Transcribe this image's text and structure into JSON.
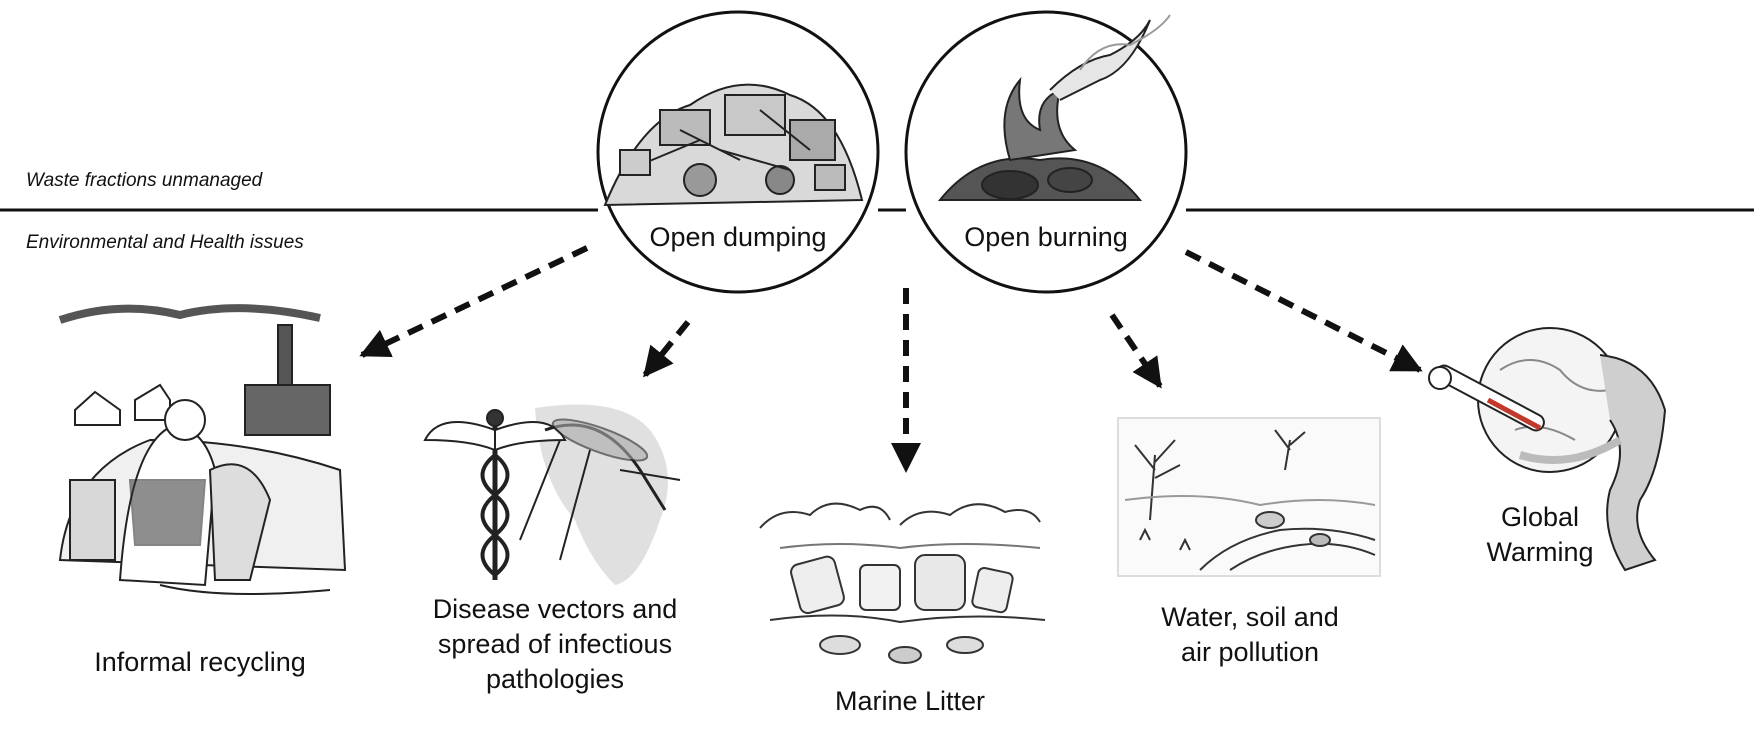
{
  "section_labels": {
    "top": "Waste fractions unmanaged",
    "bottom": "Environmental and Health issues"
  },
  "sources": {
    "dumping": "Open dumping",
    "burning": "Open burning"
  },
  "impacts": {
    "recycling": "Informal recycling",
    "disease": "Disease vectors and\nspread of infectious\npathologies",
    "marine": "Marine Litter",
    "pollution": "Water, soil and\nair pollution",
    "warming": "Global\nWarming"
  },
  "icons": [
    "recycling-scene-icon",
    "caduceus-mosquito-icon",
    "marine-litter-icon",
    "polluted-land-icon",
    "thermometer-globe-icon",
    "dump-pile-icon",
    "fire-icon"
  ]
}
